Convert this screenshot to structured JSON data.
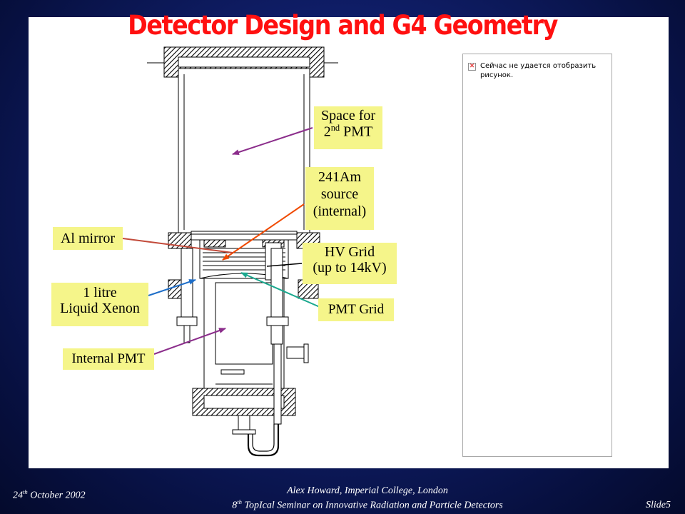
{
  "slide": {
    "title": "Detector Design and G4 Geometry"
  },
  "labels": {
    "space_pmt_line1": "Space for",
    "space_pmt_prefix": "2",
    "space_pmt_sup": "nd",
    "space_pmt_suffix": " PMT",
    "am_source": [
      "241Am",
      "source",
      "(internal)"
    ],
    "al_mirror": "Al mirror",
    "hv_grid": [
      "HV Grid",
      "(up to 14kV)"
    ],
    "liquid_xenon": [
      "1 litre",
      "Liquid Xenon"
    ],
    "pmt_grid": "PMT Grid",
    "internal_pmt": "Internal PMT"
  },
  "broken_image": {
    "message": "Сейчас не удается отобразить рисунок.",
    "icon": "broken-image-x-icon"
  },
  "footer": {
    "date_prefix": "24",
    "date_sup": "th",
    "date_suffix": " October 2002",
    "author": "Alex Howard, Imperial College, London",
    "seminar_prefix": "8",
    "seminar_sup": "th",
    "seminar_suffix": " TopIcal Seminar on Innovative Radiation and Particle Detectors",
    "slide_number": "Slide5"
  },
  "colors": {
    "title": "#ff1010",
    "label_fill": "#f5f58a",
    "arrow_purple": "#8b2d8b",
    "arrow_orange": "#f04a00",
    "arrow_blue": "#1e6ec8",
    "arrow_teal": "#1aa88e"
  }
}
